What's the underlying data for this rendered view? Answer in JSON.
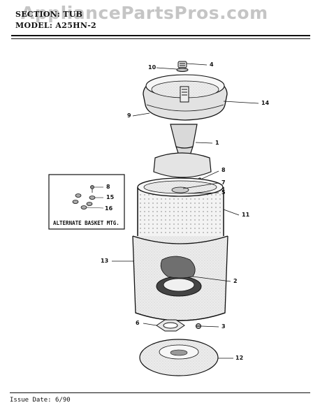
{
  "header": {
    "section_line": "SECTION: TUB",
    "model_line": "MODEL: A25HN-2",
    "watermark": "AppliancePartsPros.com"
  },
  "inset": {
    "label": "ALTERNATE BASKET MTG.",
    "callouts": [
      "8",
      "15",
      "16"
    ]
  },
  "callouts": [
    "10",
    "4",
    "14",
    "9",
    "1",
    "8",
    "7",
    "5",
    "11",
    "13",
    "2",
    "6",
    "3",
    "12"
  ],
  "footer": {
    "issue": "Issue Date: 6/90"
  }
}
